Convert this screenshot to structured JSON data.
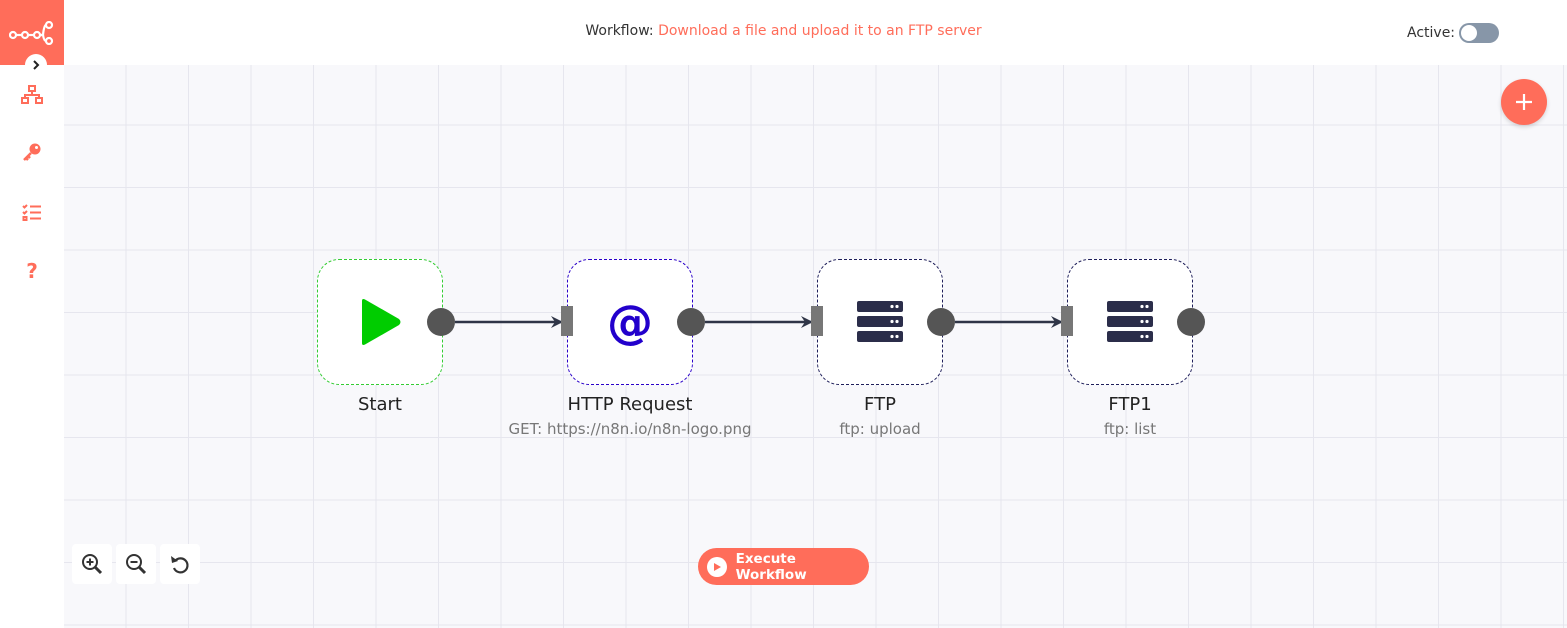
{
  "header": {
    "workflow_prefix": "Workflow:",
    "workflow_name": "Download a file and upload it to an FTP server",
    "active_label": "Active:",
    "active_state": false
  },
  "sidebar": {
    "items": [
      {
        "icon": "network-icon"
      },
      {
        "icon": "key-icon"
      },
      {
        "icon": "task-list-icon"
      },
      {
        "icon": "help-icon",
        "glyph": "?"
      }
    ]
  },
  "nodes": [
    {
      "name": "Start",
      "subtitle": "",
      "icon": "play-icon",
      "accent": "#00cc00"
    },
    {
      "name": "HTTP Request",
      "subtitle": "GET: https://n8n.io/n8n-logo.png",
      "icon": "at-icon",
      "glyph": "@",
      "accent": "#2200cc"
    },
    {
      "name": "FTP",
      "subtitle": "ftp: upload",
      "icon": "server-icon",
      "accent": "#2b2d4a"
    },
    {
      "name": "FTP1",
      "subtitle": "ftp: list",
      "icon": "server-icon",
      "accent": "#2b2d4a"
    }
  ],
  "controls": {
    "execute_label": "Execute Workflow"
  },
  "colors": {
    "brand": "#ff6d5a",
    "canvas": "#f8f8fb",
    "connector": "#555555"
  }
}
